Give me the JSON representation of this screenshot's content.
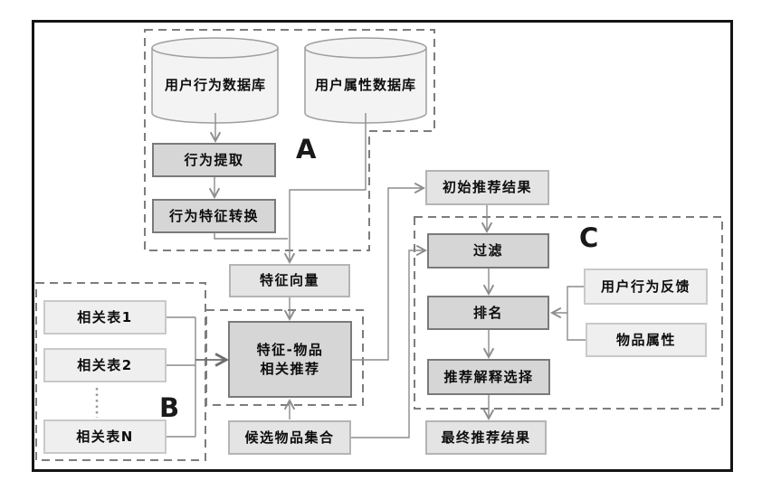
{
  "groups": {
    "a": {
      "label": "A"
    },
    "b": {
      "label": "B"
    },
    "c": {
      "label": "C"
    }
  },
  "nodes": {
    "user_behavior_db": "用户行为数据库",
    "user_attribute_db": "用户属性数据库",
    "behavior_extraction": "行为提取",
    "behavior_feature_conversion": "行为特征转换",
    "feature_vector": "特征向量",
    "feature_item_rec": {
      "line1": "特征-物品",
      "line2": "相关推荐"
    },
    "related_table_1": "相关表1",
    "related_table_2": "相关表2",
    "related_table_n": "相关表N",
    "initial_result": "初始推荐结果",
    "filter": "过滤",
    "ranking": "排名",
    "explanation_selection": "推荐解释选择",
    "final_result": "最终推荐结果",
    "user_behavior_feedback": "用户行为反馈",
    "item_attribute": "物品属性",
    "candidate_item_set": "候选物品集合"
  },
  "edges": [
    {
      "from": "user_behavior_db",
      "to": "behavior_extraction"
    },
    {
      "from": "behavior_extraction",
      "to": "behavior_feature_conversion"
    },
    {
      "from": "behavior_feature_conversion",
      "to": "feature_vector"
    },
    {
      "from": "user_attribute_db",
      "to": "feature_vector"
    },
    {
      "from": "feature_vector",
      "to": "feature_item_rec"
    },
    {
      "from": "related_table_1",
      "to": "feature_item_rec"
    },
    {
      "from": "related_table_2",
      "to": "feature_item_rec"
    },
    {
      "from": "related_table_n",
      "to": "feature_item_rec"
    },
    {
      "from": "candidate_item_set",
      "to": "feature_item_rec"
    },
    {
      "from": "candidate_item_set",
      "to": "filter"
    },
    {
      "from": "feature_item_rec",
      "to": "initial_result"
    },
    {
      "from": "initial_result",
      "to": "filter"
    },
    {
      "from": "filter",
      "to": "ranking"
    },
    {
      "from": "user_behavior_feedback",
      "to": "ranking"
    },
    {
      "from": "item_attribute",
      "to": "ranking"
    },
    {
      "from": "ranking",
      "to": "explanation_selection"
    },
    {
      "from": "explanation_selection",
      "to": "final_result"
    }
  ],
  "colors": {
    "box_dark_fill": "#d6d6d6",
    "box_dark_border": "#7a7a7a",
    "box_mid_fill": "#e4e4e4",
    "box_mid_border": "#b4b4b4",
    "box_light_fill": "#efefef",
    "box_light_border": "#c9c9c9",
    "cylinder_fill": "#f3f3f3",
    "cylinder_stroke": "#9e9e9e",
    "connector": "#8c8c8c",
    "dashed_outline": "#7d7d7d",
    "frame": "#141414",
    "text": "#0d0d0d"
  }
}
